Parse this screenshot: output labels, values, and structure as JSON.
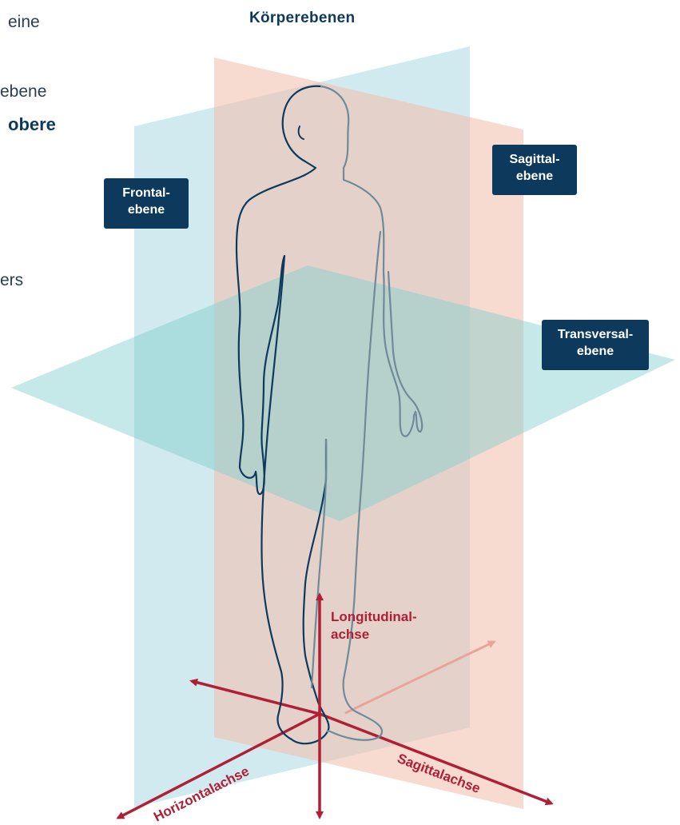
{
  "title": "Körperebenen",
  "left_text_fragments": [
    "eine",
    "ebene",
    "obere",
    "ers"
  ],
  "planes": {
    "frontal": {
      "line1": "Frontal-",
      "line2": "ebene",
      "color": "#a9d8e1"
    },
    "sagittal": {
      "line1": "Sagittal-",
      "line2": "ebene",
      "color": "#f2c1b0"
    },
    "transversal": {
      "line1": "Transversal-",
      "line2": "ebene",
      "color": "#7ecfcb"
    }
  },
  "axes": {
    "longitudinal": {
      "line1": "Longitudinal-",
      "line2": "achse"
    },
    "horizontal": "Horizontalachse",
    "sagittal": "Sagittalachse",
    "color": "#b01f35"
  },
  "icons": [
    "body-figure-icon",
    "arrow-icon"
  ]
}
